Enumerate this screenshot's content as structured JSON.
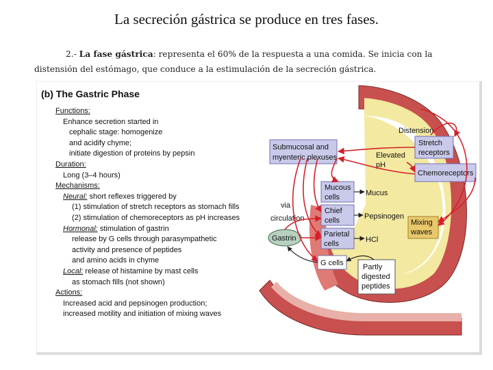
{
  "page": {
    "title": "La secreción gástrica se produce en tres fases.",
    "paragraph": {
      "prefix": "2.- ",
      "bold": "La fase gástrica",
      "line1_rest": ": representa el 60% de la respuesta a una comida. Se inicia con la",
      "line2": "distensión del estómago, que conduce a la estimulación de la secreción gástrica."
    }
  },
  "figure": {
    "heading": "(b) The Gastric Phase",
    "functions_head": "Functions:",
    "functions": [
      "Enhance secretion started in",
      "cephalic stage: homogenize",
      "and acidify chyme;",
      "initiate digestion of proteins by pepsin"
    ],
    "duration_head": "Duration:",
    "duration": "Long (3–4 hours)",
    "mechanisms_head": "Mechanisms:",
    "neural_label": "Neural:",
    "neural": [
      "short reflexes triggered by",
      "(1) stimulation of stretch receptors as stomach fills",
      "(2) stimulation of chemoreceptors as pH increases"
    ],
    "hormonal_label": "Hormonal:",
    "hormonal": [
      "stimulation of gastrin",
      "release by G cells through parasympathetic",
      "activity and presence of peptides",
      "and amino acids in chyme"
    ],
    "local_label": "Local:",
    "local": [
      "release of histamine by mast cells",
      "as stomach fills (not shown)"
    ],
    "actions_head": "Actions:",
    "actions": [
      "Increased acid and pepsinogen production;",
      "increased motility and initiation of mixing waves"
    ],
    "labels": {
      "distension": "Distension",
      "submucosal1": "Submucosal and",
      "submucosal2": "myenteric plexuses",
      "stretch1": "Stretch",
      "stretch2": "receptors",
      "elevated1": "Elevated",
      "elevated2": "pH",
      "chemoreceptors": "Chemoreceptors",
      "mucous1": "Mucous",
      "mucous2": "cells",
      "mucus": "Mucus",
      "chief1": "Chief",
      "chief2": "cells",
      "pepsinogen": "Pepsinogen",
      "mixing1": "Mixing",
      "mixing2": "waves",
      "parietal1": "Parietal",
      "parietal2": "cells",
      "hcl": "HCl",
      "via1": "via",
      "via2": "circulation",
      "gastrin": "Gastrin",
      "gcells": "G cells",
      "partly1": "Partly",
      "partly2": "digested",
      "partly3": "peptides"
    },
    "colors": {
      "muscle": "#c8504e",
      "lumen": "#f3e9a0",
      "box": "#9e9ed8",
      "arrow": "#d4202a"
    }
  }
}
